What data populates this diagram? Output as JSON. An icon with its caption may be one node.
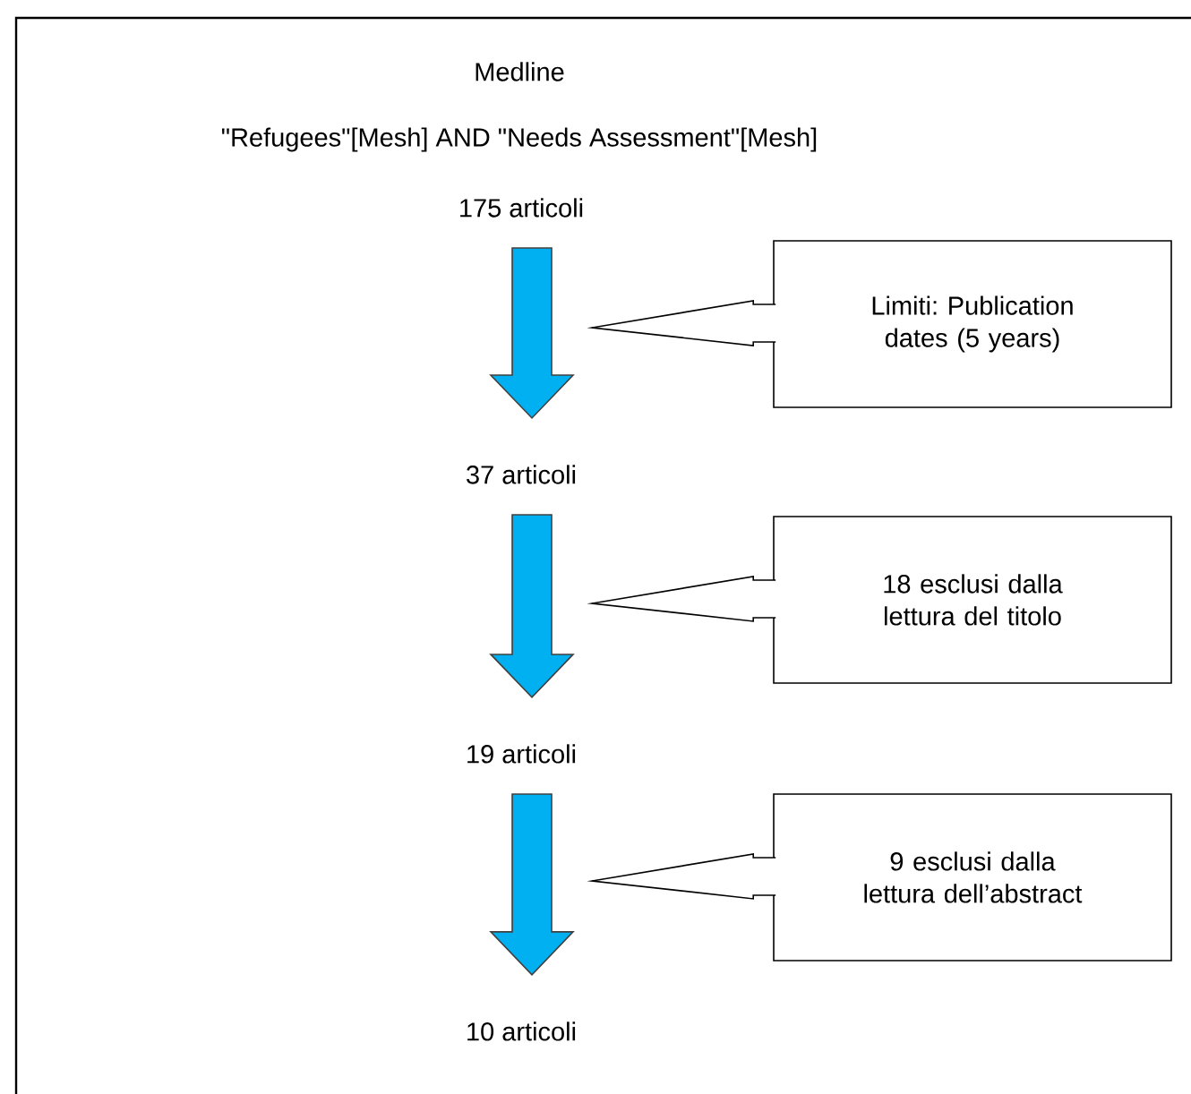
{
  "diagram": {
    "nodes": [
      {
        "text": [
          "175 articoli"
        ]
      },
      {
        "text": [
          "37 articoli"
        ]
      },
      {
        "text": [
          "19 articoli"
        ]
      },
      {
        "text": [
          "10 articoli"
        ]
      },
      {
        "text": [
          "Limiti: Publication dates (5 years)"
        ]
      },
      {
        "text": [
          "18 esclusi dalla lettura del titolo"
        ]
      },
      {
        "text": [
          "9 esclusi dalla lettura dell’abstract"
        ]
      }
    ],
    "edges": [
      {
        "from": 0,
        "to": 1,
        "arrow": "to"
      },
      {
        "from": 1,
        "to": 2,
        "arrow": "to"
      },
      {
        "from": 2,
        "to": 3,
        "arrow": "to"
      },
      {
        "from": 4,
        "to": null,
        "arrow": "to"
      },
      {
        "from": 5,
        "to": null,
        "arrow": "to"
      },
      {
        "from": 6,
        "to": null,
        "arrow": "to"
      }
    ],
    "labels": [
      "Medline",
      "\"Refugees\"[Mesh] AND \"Needs Assessment\"[Mesh]"
    ]
  }
}
